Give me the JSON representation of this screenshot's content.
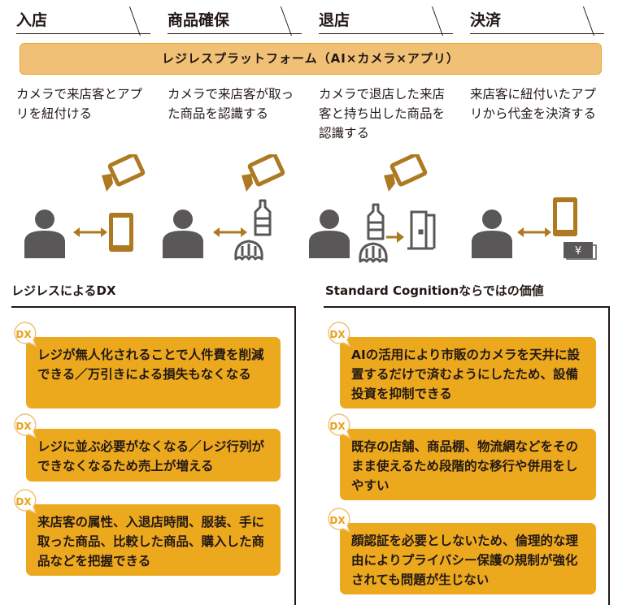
{
  "steps": [
    {
      "label": "入店",
      "desc": "カメラで来店客とアプリを紐付ける"
    },
    {
      "label": "商品確保",
      "desc": "カメラで来店客が取った商品を認識する"
    },
    {
      "label": "退店",
      "desc": "カメラで退店した来店客と持ち出した商品を認識する"
    },
    {
      "label": "決済",
      "desc": "来店客に紐付いたアプリから代金を決済する"
    }
  ],
  "platform": "レジレスプラットフォーム（AI×カメラ×アプリ）",
  "left": {
    "title": "レジレスによるDX",
    "items": [
      "レジが無人化されることで人件費を削減できる／万引きによる損失もなくなる",
      "レジに並ぶ必要がなくなる／レジ行列ができなくなるため売上が増える",
      "来店客の属性、入退店時間、服装、手に取った商品、比較した商品、購入した商品などを把握できる"
    ]
  },
  "right": {
    "title": "Standard Cognitionならではの価値",
    "items": [
      "AIの活用により市販のカメラを天井に設置するだけで済むようにしたため、設備投資を抑制できる",
      "既存の店舗、商品棚、物流網などをそのまま使えるため段階的な移行や併用をしやすい",
      "顔認証を必要としないため、倫理的な理由によりプライバシー保護の規制が強化されても問題が生じない"
    ]
  },
  "badge": "DX",
  "yen": "¥",
  "colors": {
    "gold": "#AD7A22",
    "gray": "#595757",
    "box": "#ECA91E",
    "platform": "#EFC075"
  }
}
